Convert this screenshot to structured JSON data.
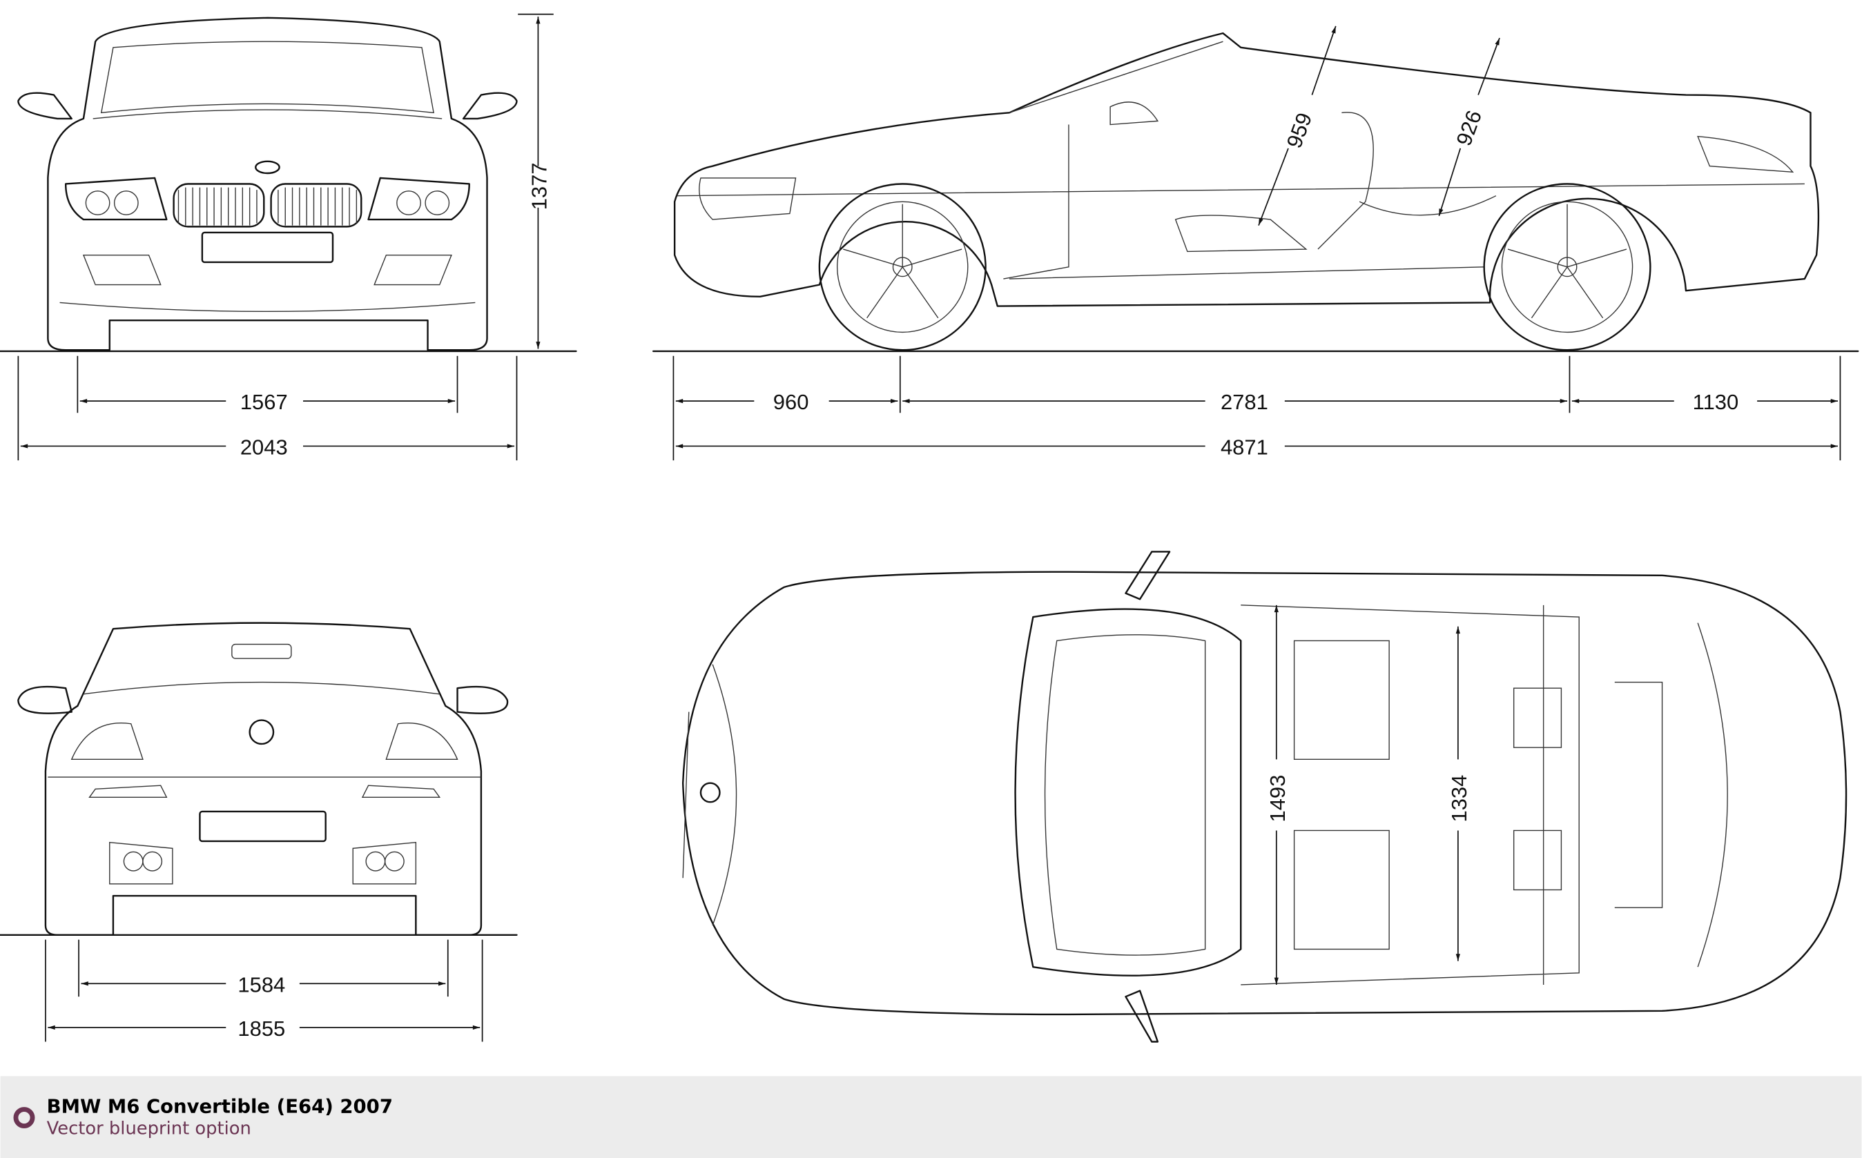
{
  "footer": {
    "title": "BMW M6 Convertible (E64) 2007",
    "subtitle": "Vector blueprint option",
    "accent_color": "#6b3553",
    "background_color": "#ececec"
  },
  "front_view": {
    "height": "1377",
    "track": "1567",
    "width": "2043"
  },
  "side_view": {
    "front_overhang": "960",
    "wheelbase": "2781",
    "rear_overhang": "1130",
    "length": "4871",
    "front_headroom": "959",
    "rear_headroom": "926"
  },
  "rear_view": {
    "track": "1584",
    "width": "1855"
  },
  "top_view": {
    "front_interior_width": "1493",
    "rear_interior_width": "1334"
  }
}
